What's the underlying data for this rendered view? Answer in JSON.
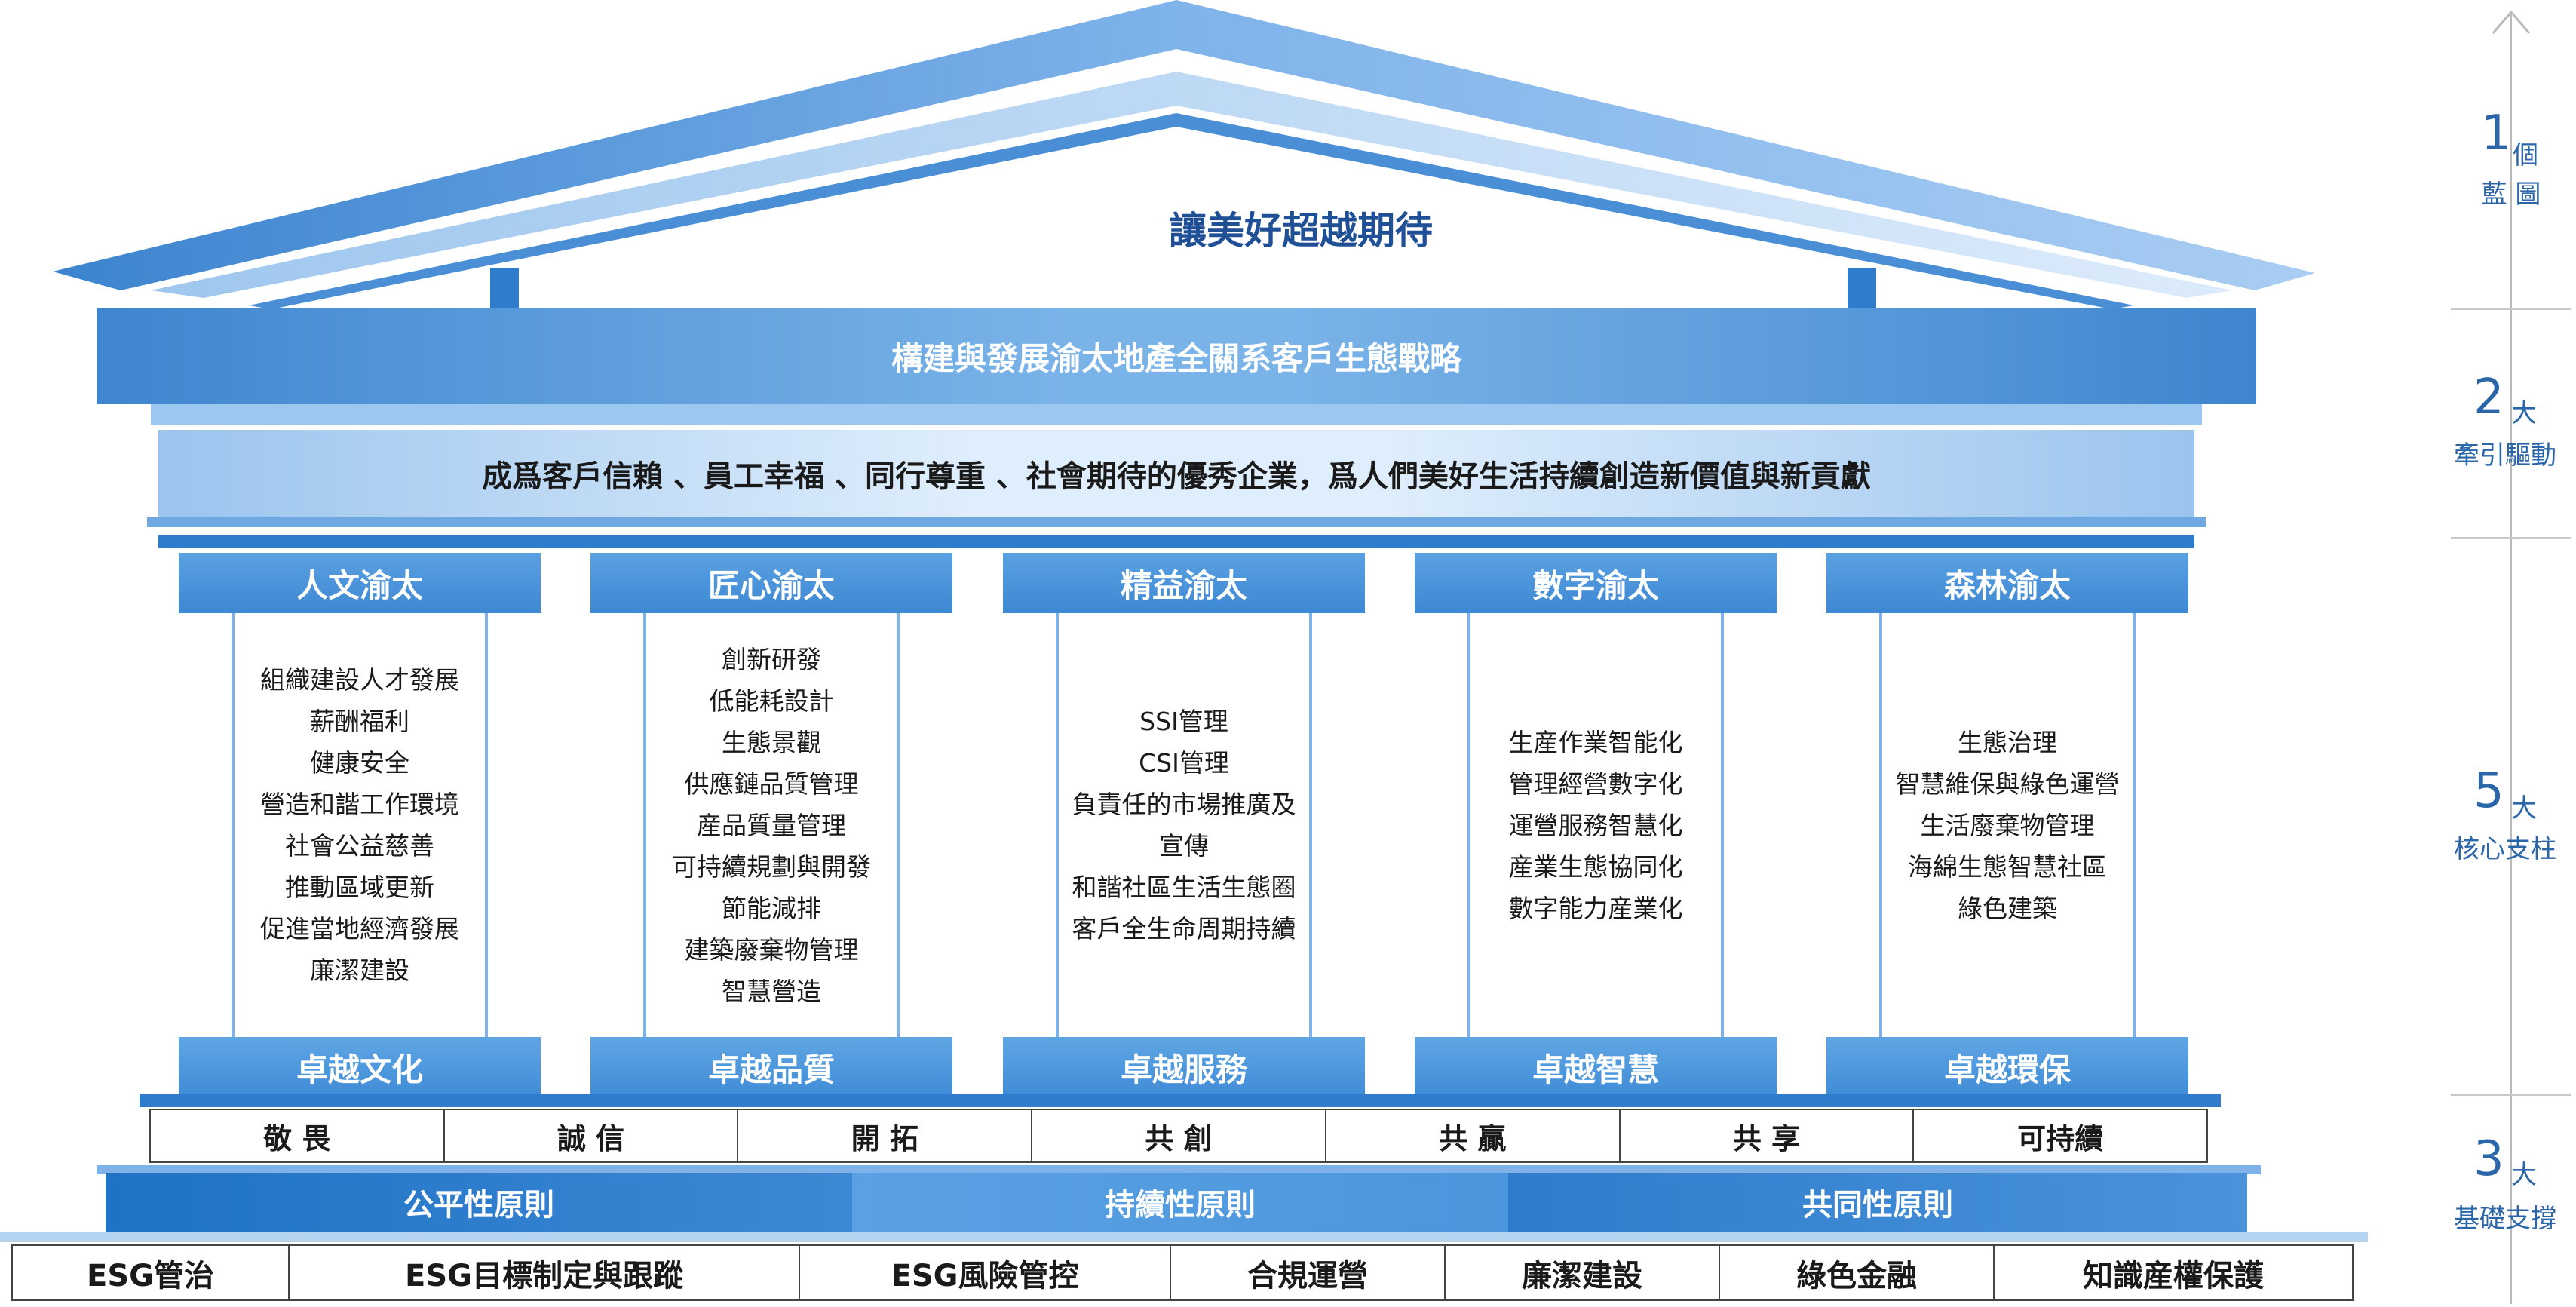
{
  "roof_title": "讓美好超越期待",
  "band_strategy": "構建與發展渝太地產全關系客戶生態戰略",
  "band_vision": "成爲客戶信賴 、員工幸福 、同行尊重 、社會期待的優秀企業，爲人們美好生活持續創造新價值與新貢獻",
  "pillars": [
    {
      "title": "人文渝太",
      "base": "卓越文化",
      "items": [
        "組織建設人才發展",
        "薪酬福利",
        "健康安全",
        "營造和諧工作環境",
        "社會公益慈善",
        "推動區域更新",
        "促進當地經濟發展",
        "廉潔建設"
      ]
    },
    {
      "title": "匠心渝太",
      "base": "卓越品質",
      "items": [
        "創新研發",
        "低能耗設計",
        "生態景觀",
        "供應鏈品質管理",
        "産品質量管理",
        "可持續規劃與開發",
        "節能減排",
        "建築廢棄物管理",
        "智慧營造"
      ]
    },
    {
      "title": "精益渝太",
      "base": "卓越服務",
      "items": [
        "SSI管理",
        "CSI管理",
        "負責任的市場推廣及",
        "宣傳",
        "和諧社區生活生態圈",
        "客戶全生命周期持續"
      ]
    },
    {
      "title": "數字渝太",
      "base": "卓越智慧",
      "items": [
        "生産作業智能化",
        "管理經營數字化",
        "運營服務智慧化",
        "産業生態協同化",
        "數字能力産業化"
      ]
    },
    {
      "title": "森林渝太",
      "base": "卓越環保",
      "items": [
        "生態治理",
        "智慧維保與綠色運營",
        "生活廢棄物管理",
        "海綿生態智慧社區",
        "綠色建築"
      ]
    }
  ],
  "values": [
    "敬 畏",
    "誠 信",
    "開 拓",
    "共 創",
    "共 贏",
    "共 享",
    "可持續"
  ],
  "principles": [
    "公平性原則",
    "持續性原則",
    "共同性原則"
  ],
  "foundation": [
    "ESG管治",
    "ESG目標制定與跟蹤",
    "ESG風險管控",
    "合規運營",
    "廉潔建設",
    "綠色金融",
    "知識産權保護"
  ],
  "scale": [
    {
      "num": "1",
      "unit": "個",
      "label": "藍 圖"
    },
    {
      "num": "2",
      "unit": "大",
      "label": "牽引驅動"
    },
    {
      "num": "5",
      "unit": "大",
      "label": "核心支柱"
    },
    {
      "num": "3",
      "unit": "大",
      "label": "基礎支撐"
    }
  ],
  "colors": {
    "dark_blue": "#1f72c6",
    "mid_blue": "#3d88d3",
    "light_blue": "#9bc4ee",
    "title_blue": "#1f4f95"
  }
}
